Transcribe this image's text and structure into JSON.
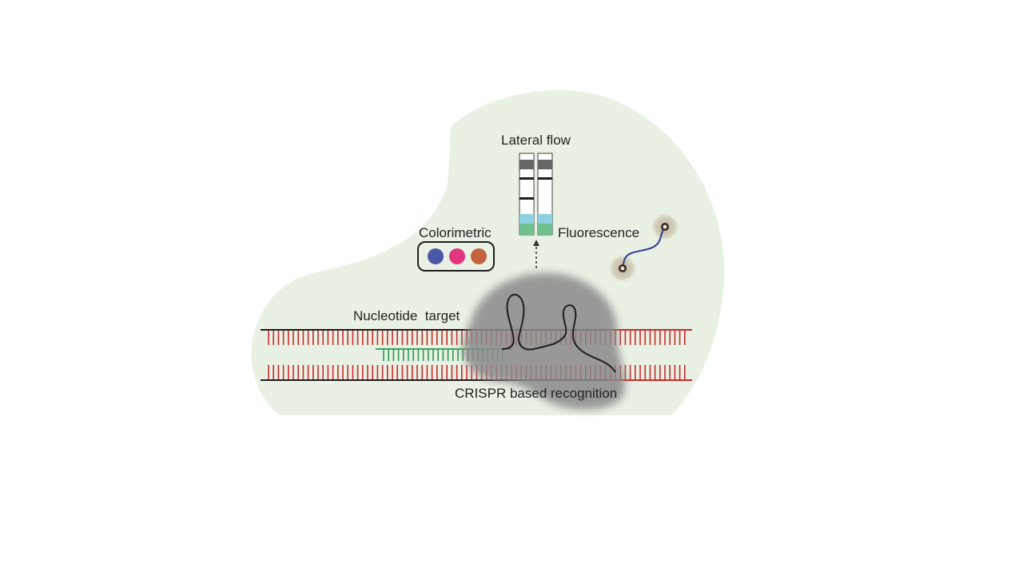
{
  "diagram": {
    "labels": {
      "lateral_flow": "Lateral flow",
      "colorimetric": "Colorimetric",
      "fluorescence": "Fluorescence",
      "nucleotide_target": "Nucleotide  target",
      "crispr_recognition": "CRISPR based recognition"
    },
    "colors": {
      "background_blob": "#e9f1e4",
      "dna_strand": "#cc2a2a",
      "dna_backbone": "#1e1e1e",
      "guide_rna": "#2a9a52",
      "cas_protein": "#8a8a8a",
      "colorimetric_dots": [
        "#4b56a6",
        "#e2367f",
        "#c2653f"
      ],
      "strip_buffer": "#8fd0e3",
      "strip_pad": "#6fc28f",
      "strip_band": "#666666",
      "fluorescence_linker": "#2f3c9a",
      "fluorophore_halo": "#c4c0ae"
    },
    "icons": [
      "lateral-flow-strip-icon",
      "colorimetric-dots-icon",
      "fluorescence-reporter-icon",
      "cas-protein-icon"
    ]
  }
}
